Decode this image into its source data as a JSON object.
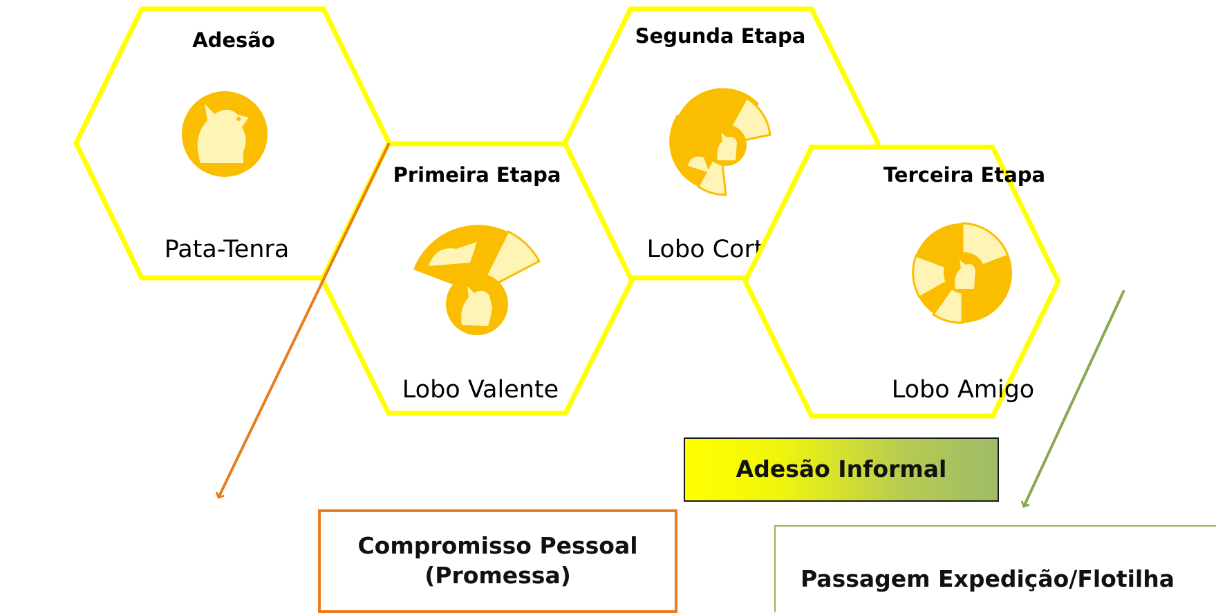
{
  "stages": [
    {
      "title": "Adesão",
      "name": "Pata-Tenra",
      "badge_icon": "wolf-cub-circle-badge"
    },
    {
      "title": "Primeira Etapa",
      "name": "Lobo Valente",
      "badge_icon": "wolf-fan-badge-one-segment"
    },
    {
      "title": "Segunda Etapa",
      "name": "Lobo Cortês",
      "badge_icon": "wolf-fan-badge-two-segments"
    },
    {
      "title": "Terceira Etapa",
      "name": "Lobo Amigo",
      "badge_icon": "wolf-full-circle-badge"
    }
  ],
  "boxes": {
    "compromisso": "Compromisso Pessoal\n(Promessa)",
    "informal": "Adesão Informal",
    "passagem": "Passagem Expedição/Flotilha"
  },
  "colors": {
    "hex_stroke": "#ffff00",
    "badge_gold": "#fbbd00",
    "badge_light": "#fdf4b6",
    "arrow_orange": "#e97d1d",
    "arrow_green": "#8aa84f",
    "box_orange": "#ec7b1f"
  }
}
